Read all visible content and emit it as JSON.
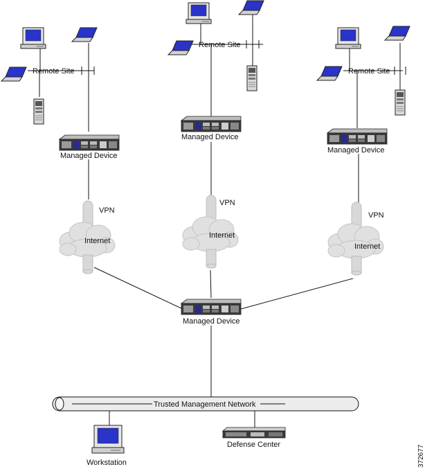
{
  "labels": {
    "remote_site": "Remote Site",
    "managed_device": "Managed Device",
    "vpn": "VPN",
    "internet": "Internet",
    "trusted_network": "Trusted Management Network",
    "workstation": "Workstation",
    "defense_center": "Defense Center",
    "figure_id": "372677"
  },
  "icons": {
    "desktop": "desktop-computer-icon",
    "laptop": "laptop-icon",
    "server": "tower-server-icon",
    "appliance": "rack-appliance-icon",
    "cloud": "cloud-icon",
    "tunnel": "vpn-tunnel-icon"
  },
  "colors": {
    "line": "#111111",
    "screen": "#2a34c9",
    "tunnel": "#d8d8d8",
    "cloud": "#e0e0e0"
  }
}
